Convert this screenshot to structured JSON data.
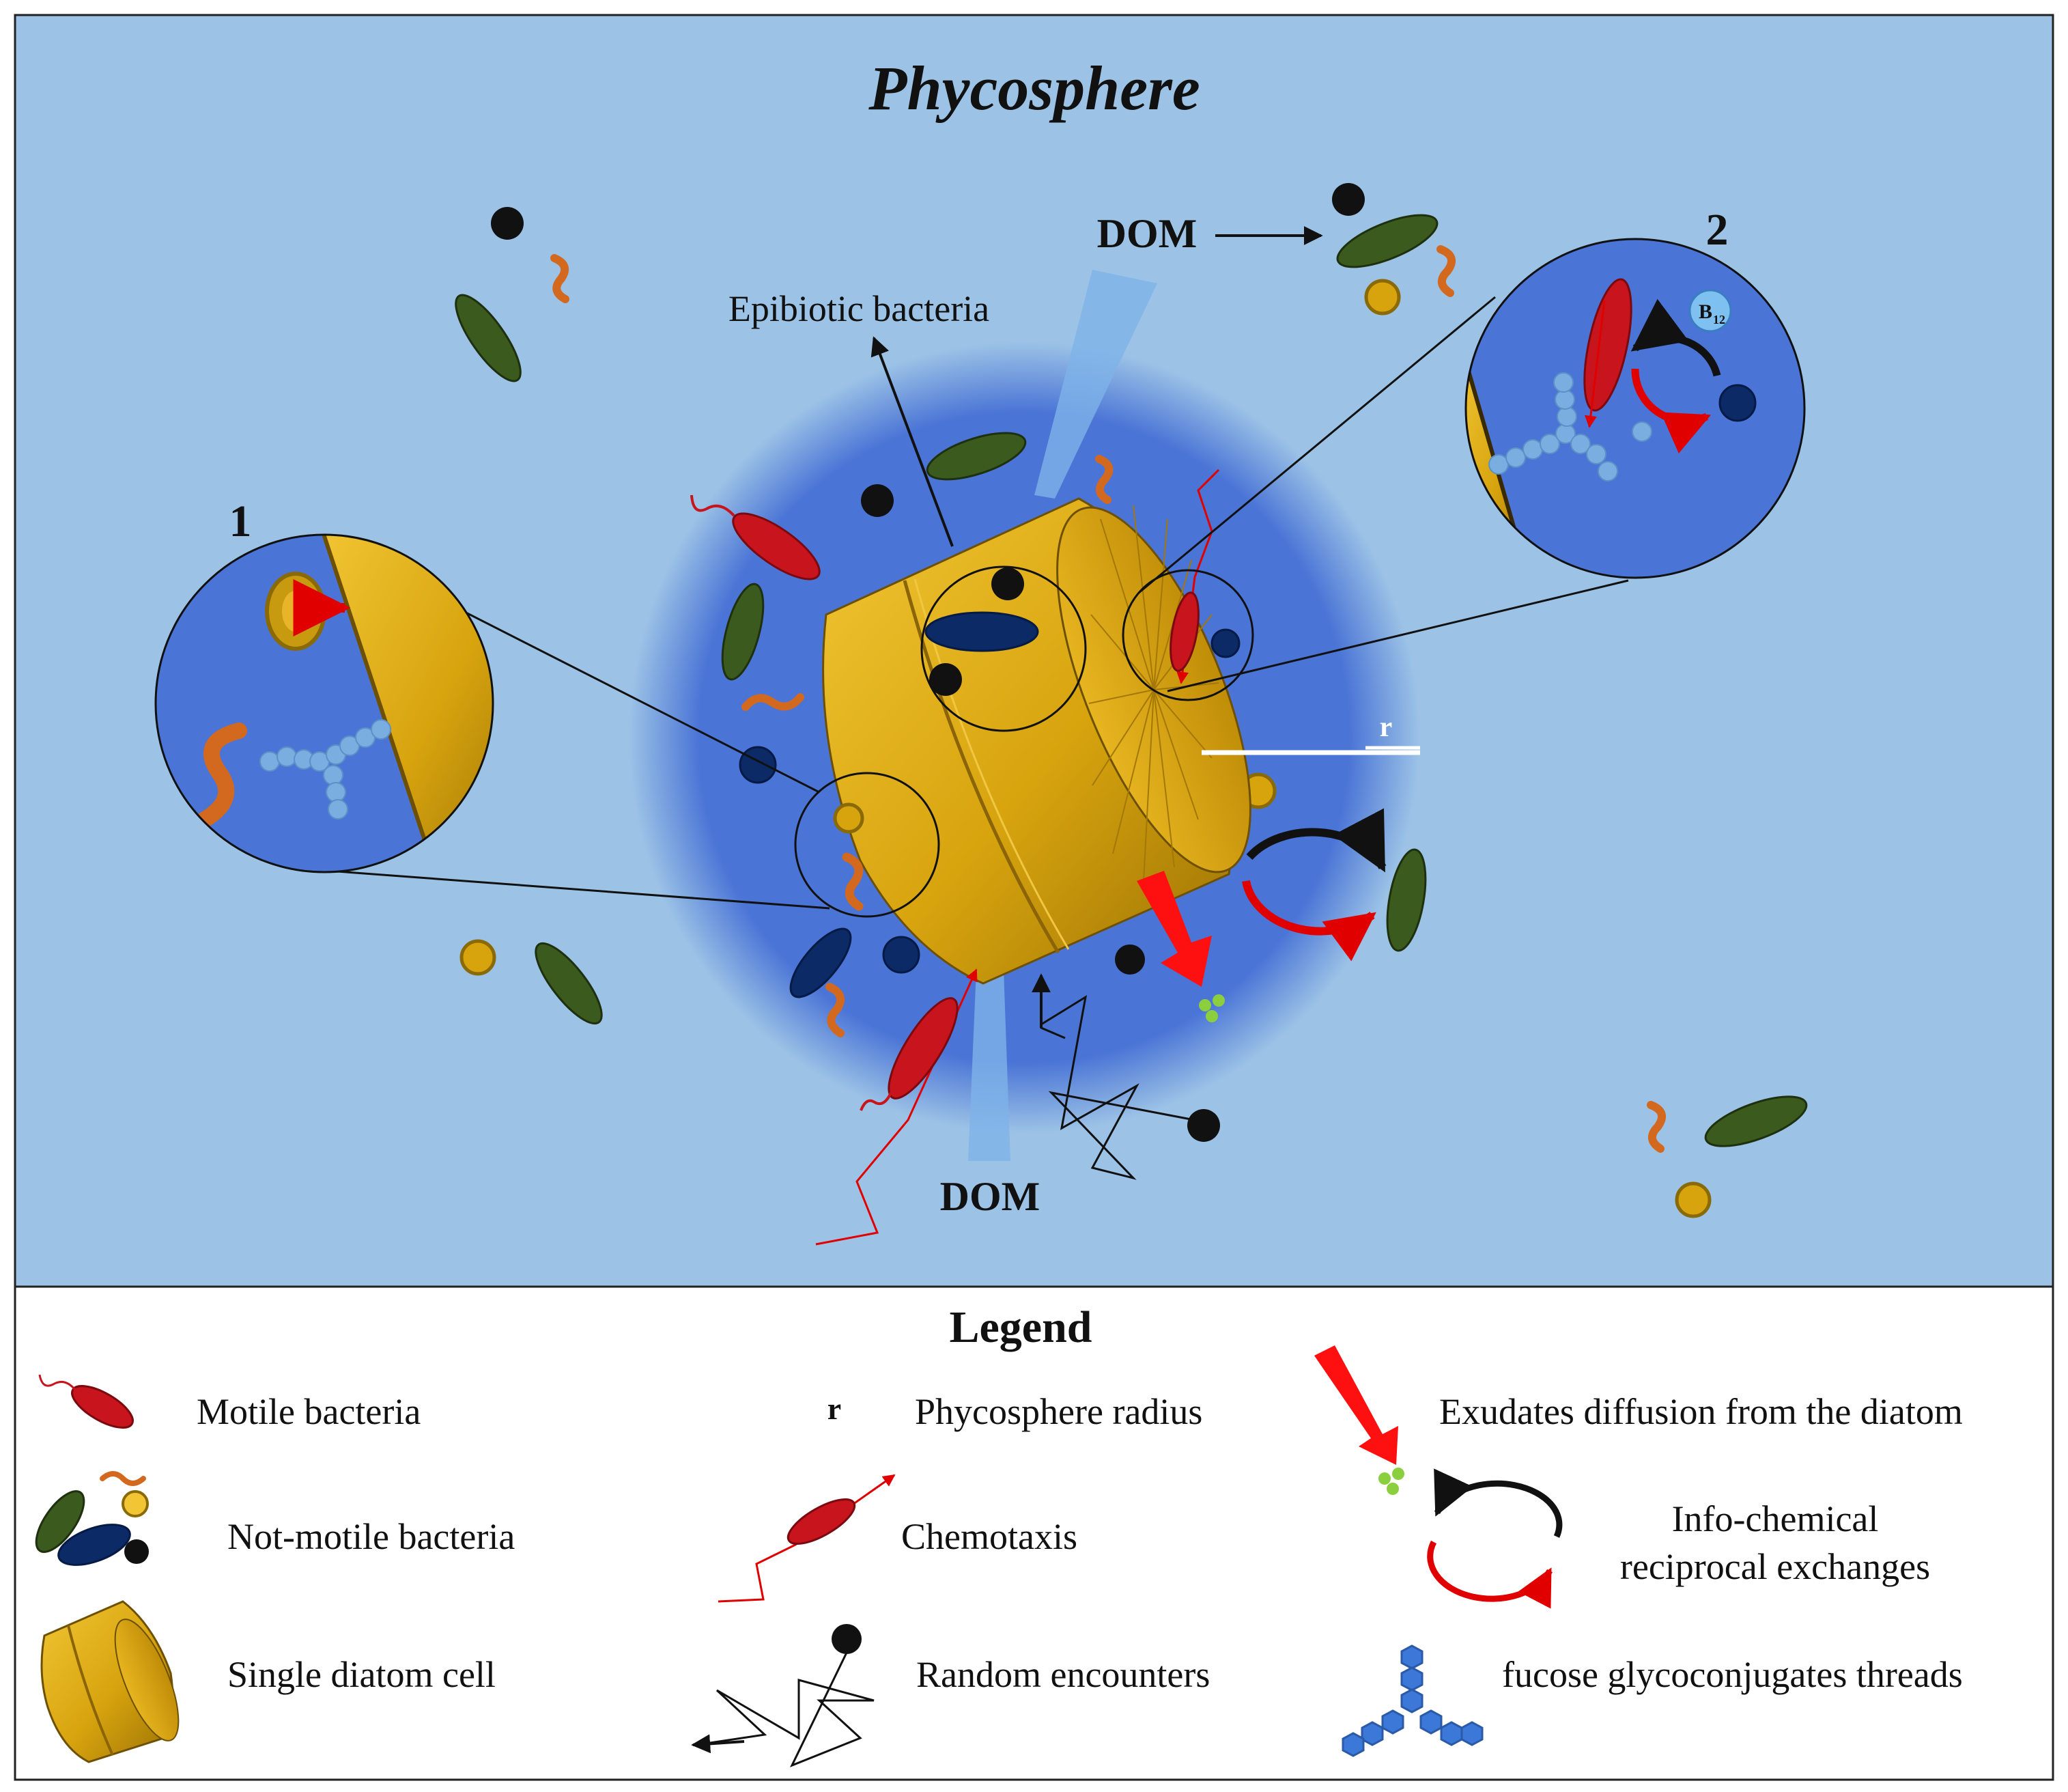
{
  "title": "Phycosphere",
  "labels": {
    "dom_top": "DOM",
    "dom_bottom": "DOM",
    "epibiotic": "Epibiotic bacteria",
    "inset_1": "1",
    "inset_2": "2",
    "radius": "r",
    "b12_main": "B",
    "b12_sub": "12"
  },
  "legend": {
    "title": "Legend",
    "items": {
      "motile": "Motile bacteria",
      "not_motile": "Not-motile bacteria",
      "diatom": "Single diatom cell",
      "radius_symbol": "r",
      "radius": "Phycosphere radius",
      "chemotaxis": "Chemotaxis",
      "random": "Random encounters",
      "exudates": "Exudates diffusion from the diatom",
      "infochem_line1": "Info-chemical",
      "infochem_line2": "reciprocal exchanges",
      "fucose": "fucose glycoconjugates threads"
    }
  },
  "colors": {
    "water": "#9cc3e6",
    "phycosphere": "#4a74d6",
    "diatom": "#d7a40e",
    "motile": "#c8141c",
    "green_bacteria": "#3a5a1e",
    "navy_bacteria": "#0c2a66",
    "orange_spiral": "#d2691e",
    "fucose": "#7aaee0"
  }
}
